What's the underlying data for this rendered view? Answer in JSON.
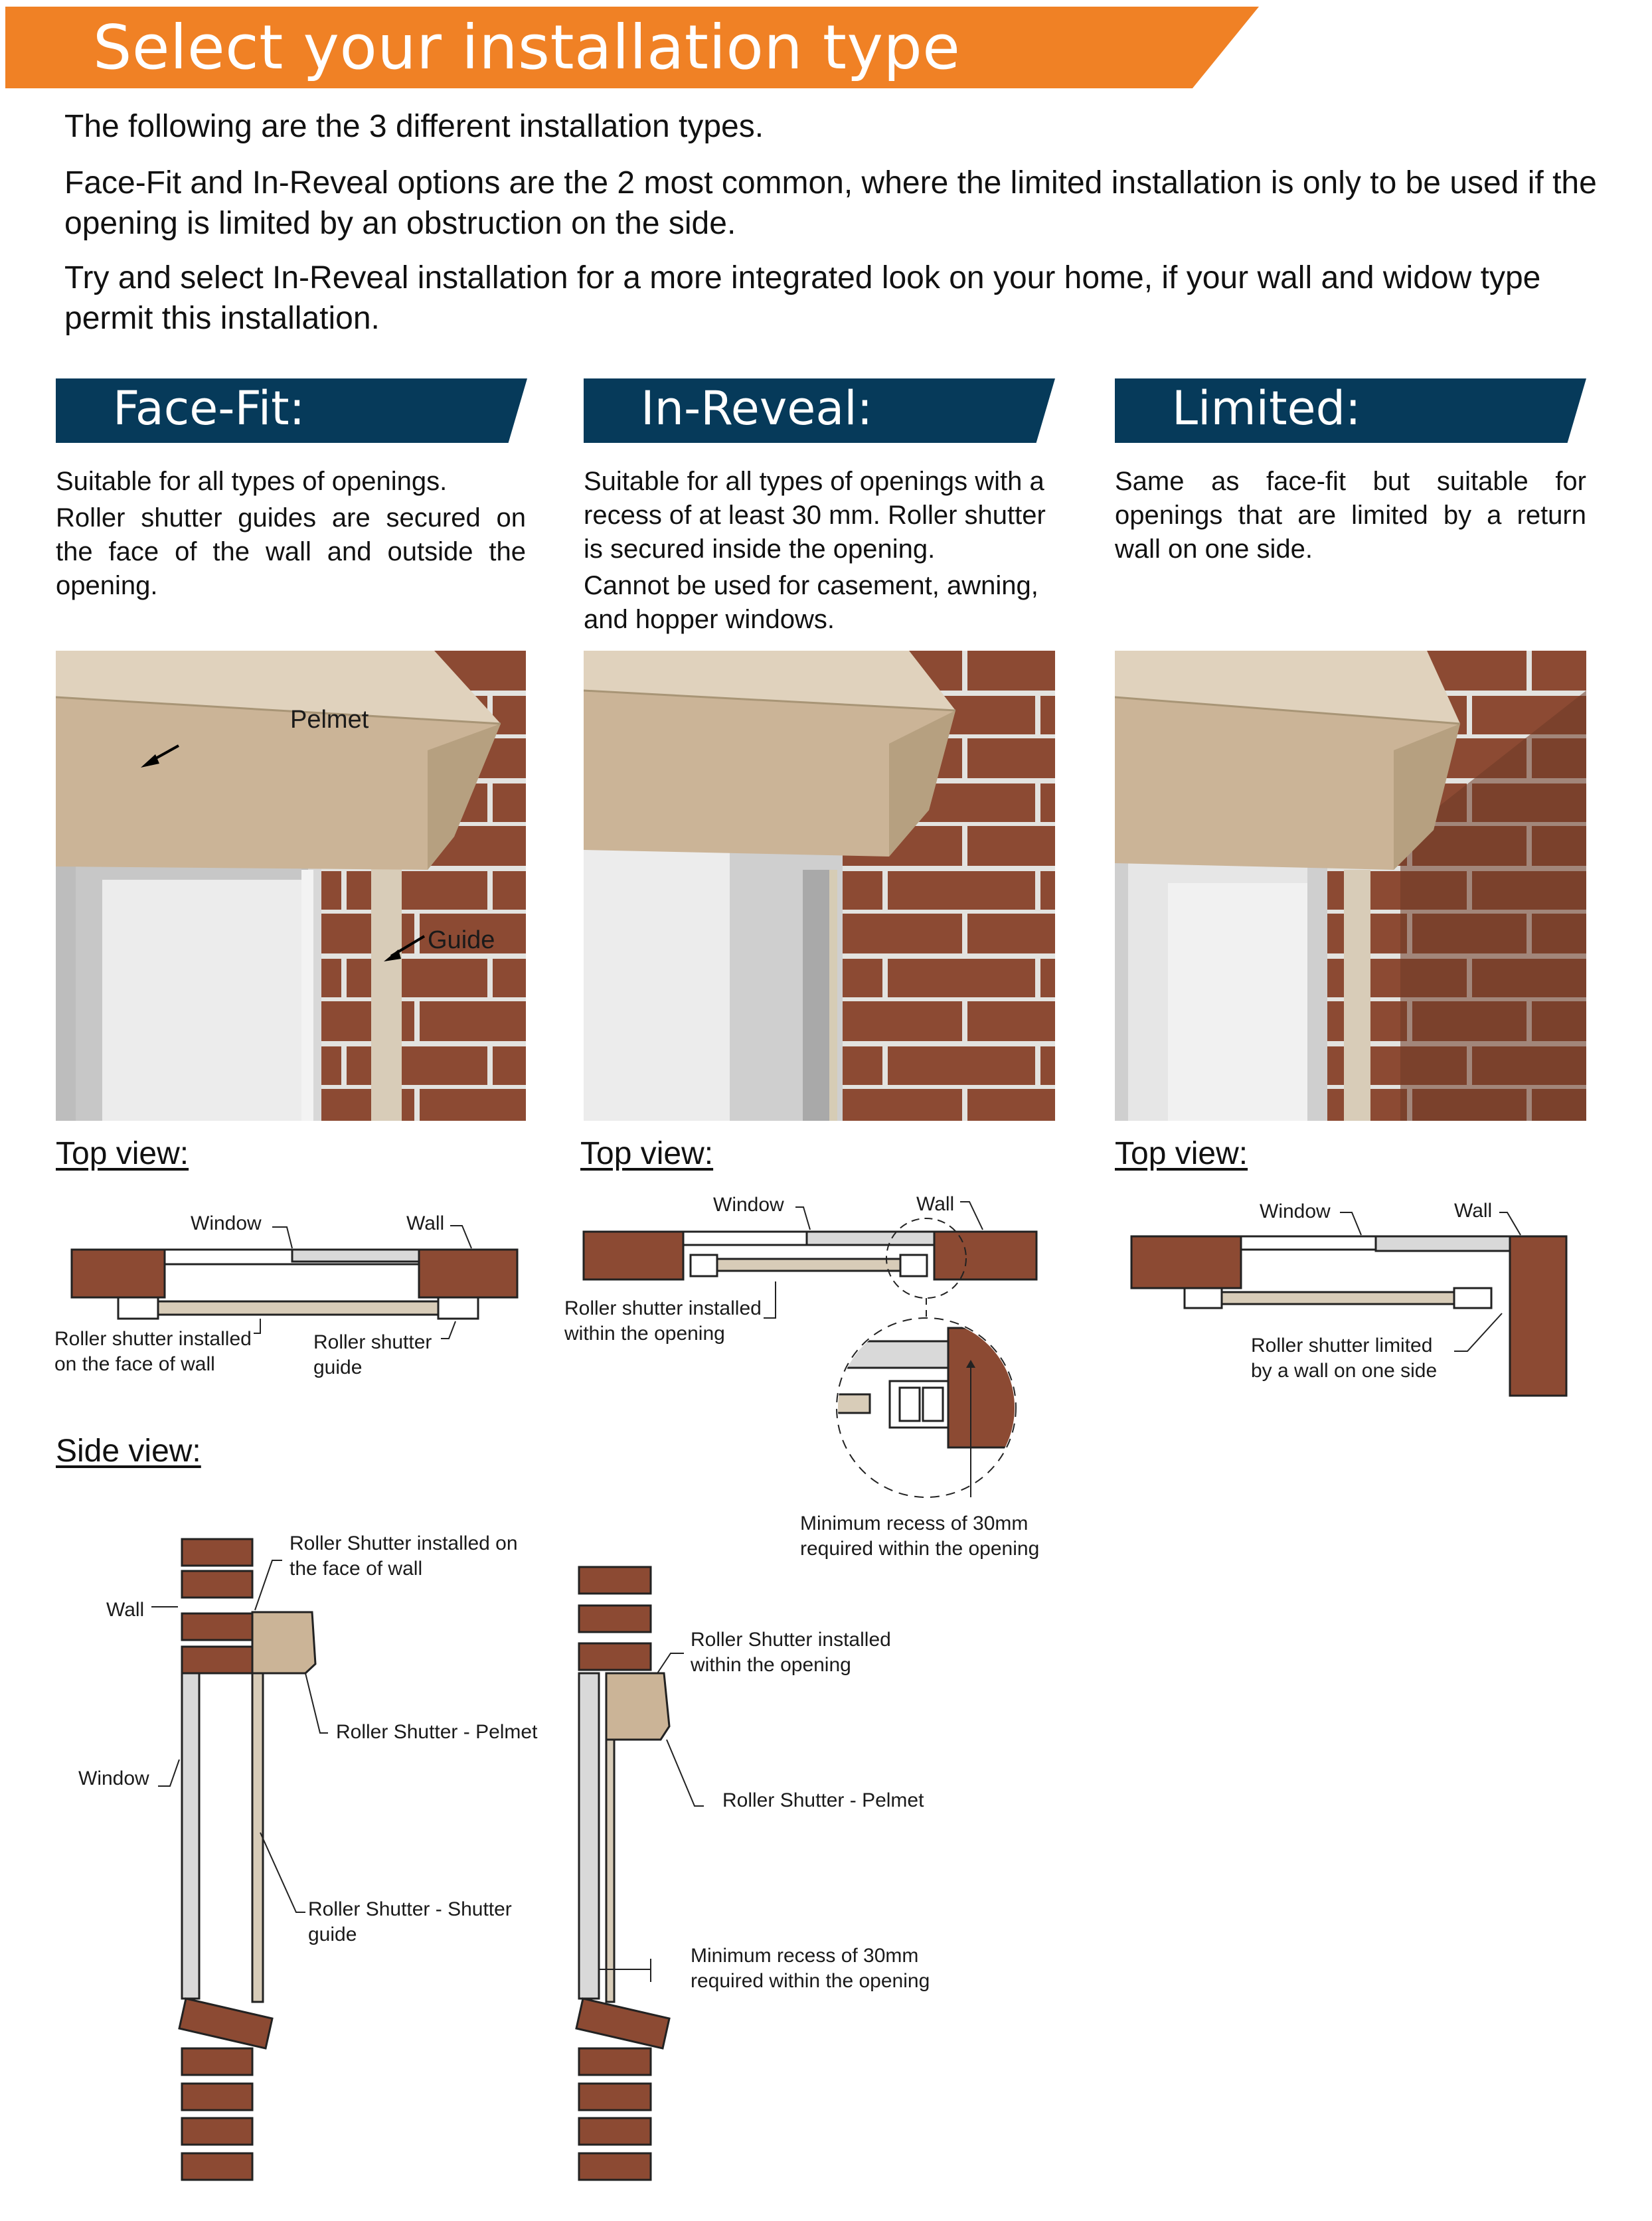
{
  "banner": {
    "title": "Select your installation type"
  },
  "intro": {
    "p1": "The following are the 3 different installation types.",
    "p2": "Face-Fit and In-Reveal options are the 2 most common, where the limited installation is only to be used if the opening is limited by an obstruction on the side.",
    "p3": "Try and select In-Reveal installation for a more integrated look on your home, if your wall and widow type permit this installation."
  },
  "columns": [
    {
      "heading": "Face-Fit:",
      "desc": [
        "Suitable for all types of openings.",
        "Roller shutter guides are secured on the face of the wall and outside the opening."
      ],
      "photo_labels": {
        "pelmet": "Pelmet",
        "guide": "Guide"
      },
      "top_view": {
        "title": "Top view:",
        "window": "Window",
        "wall": "Wall",
        "installed": "Roller shutter installed on the face of wall",
        "guide": "Roller shutter guide"
      }
    },
    {
      "heading": "In-Reveal:",
      "desc": [
        "Suitable for all types of openings with a recess of at least 30 mm. Roller shutter is secured inside the opening.",
        "Cannot be used for casement, awning, and hopper windows."
      ],
      "top_view": {
        "title": "Top view:",
        "window": "Window",
        "wall": "Wall",
        "installed": "Roller shutter installed within the opening",
        "recess": "Minimum recess of 30mm required within the opening"
      }
    },
    {
      "heading": "Limited:",
      "desc": [
        "Same as face-fit but suitable for openings that are limited by a return wall on one side."
      ],
      "top_view": {
        "title": "Top view:",
        "window": "Window",
        "wall": "Wall",
        "limited": "Roller shutter limited by a wall on one side"
      }
    }
  ],
  "side_view": {
    "title": "Side view:",
    "face": {
      "installed": "Roller Shutter installed on the face of wall",
      "wall": "Wall",
      "pelmet": "Roller Shutter - Pelmet",
      "window": "Window",
      "guide": "Roller Shutter - Shutter guide"
    },
    "reveal": {
      "installed": "Roller Shutter installed within the opening",
      "pelmet": "Roller Shutter - Pelmet",
      "recess": "Minimum recess of 30mm required within the opening"
    }
  },
  "colors": {
    "orange": "#f08125",
    "navy": "#063a5a",
    "brick": "#8c4a33",
    "mortar": "#e3e3e0",
    "pelmet": "#cbb497",
    "guide": "#d8d3c5"
  }
}
